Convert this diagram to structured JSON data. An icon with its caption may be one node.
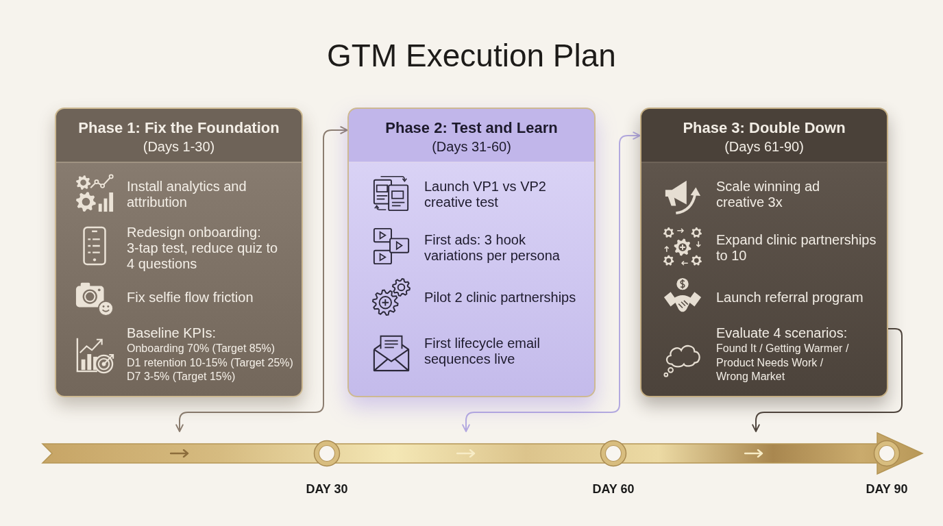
{
  "diagram": {
    "title": "GTM Execution Plan",
    "nodes": [
      {
        "text": [
          "Phase 1: Fix the Foundation",
          "(Days 1-30)",
          "Install analytics and attribution",
          "Redesign onboarding: 3-tap test, reduce quiz to 4 questions",
          "Fix selfie flow friction",
          "Baseline KPIs:",
          "Onboarding 70% (Target 85%)",
          "D1 retention 10-15% (Target 25%)",
          "D7 3-5% (Target 15%)"
        ]
      },
      {
        "text": [
          "Phase 2: Test and Learn",
          "(Days 31-60)",
          "Launch VP1 vs VP2 creative test",
          "First ads: 3 hook variations per persona",
          "Pilot 2 clinic partnerships",
          "First lifecycle email sequences live"
        ]
      },
      {
        "text": [
          "Phase 3: Double Down",
          "(Days 61-90)",
          "Scale winning ad creative 3x",
          "Expand clinic partnerships to 10",
          "Launch referral program",
          "Evaluate 4 scenarios:",
          "Found It / Getting Warmer / Product Needs Work / Wrong Market"
        ]
      },
      {
        "text": [],
        "shape": "bar",
        "beside": [
          "DAY 30",
          "DAY 60",
          "DAY 90"
        ]
      }
    ],
    "edges": [
      {
        "from": 3,
        "to": 1,
        "arrow": "both",
        "color": "#8b7d6f"
      },
      {
        "from": 3,
        "to": 2,
        "arrow": "both",
        "color": "#b3a9df"
      },
      {
        "from": 2,
        "to": 3,
        "arrow": "to",
        "color": "#4f453d"
      }
    ]
  }
}
